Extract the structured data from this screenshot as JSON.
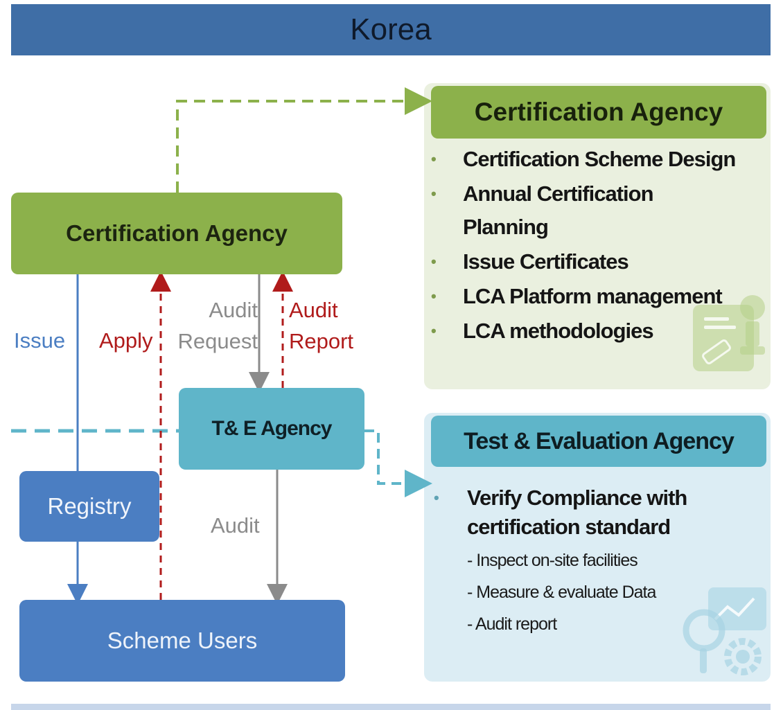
{
  "header": {
    "title": "Korea"
  },
  "nodes": {
    "certification_agency": "Certification Agency",
    "te_agency": "T& E Agency",
    "registry": "Registry",
    "scheme_users": "Scheme Users"
  },
  "edges": {
    "issue": "Issue",
    "apply": "Apply",
    "audit_request_1": "Audit",
    "audit_request_2": "Request",
    "audit_report_1": "Audit",
    "audit_report_2": "Report",
    "audit": "Audit"
  },
  "panels": {
    "certification": {
      "title": "Certification Agency",
      "items": [
        "Certification Scheme Design",
        "Annual Certification Planning",
        "Issue Certificates",
        "LCA Platform management",
        "LCA methodologies"
      ]
    },
    "test_evaluation": {
      "title": "Test & Evaluation Agency",
      "main_item": "Verify Compliance with certification standard",
      "sub_items": [
        "Inspect on-site facilities",
        "Measure & evaluate Data",
        "Audit report"
      ]
    }
  },
  "colors": {
    "header": "#3f6ea6",
    "green": "#8cb14b",
    "teal": "#5fb5c9",
    "blue": "#4b7ec2",
    "red": "#b01b1b",
    "gray": "#8b8b8b"
  },
  "icons": [
    "certificate-icon",
    "analytics-gear-icon"
  ]
}
